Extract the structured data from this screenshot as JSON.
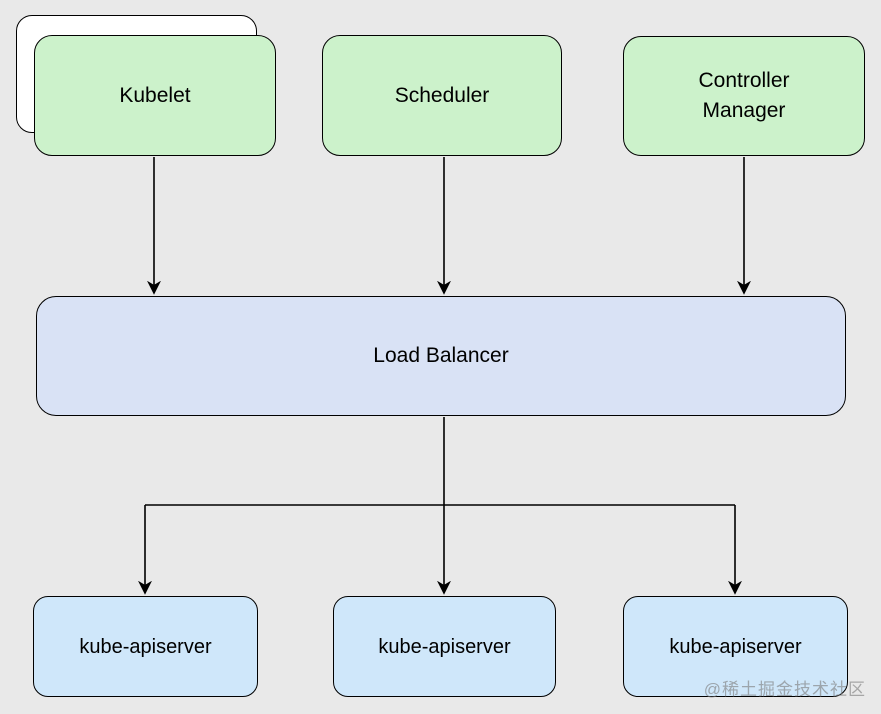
{
  "nodes": {
    "kubelet": {
      "label": "Kubelet",
      "fill": "#ccf2cb"
    },
    "scheduler": {
      "label": "Scheduler",
      "fill": "#ccf2cb"
    },
    "controller_manager": {
      "label": "Controller Manager",
      "fill": "#ccf2cb"
    },
    "load_balancer": {
      "label": "Load Balancer",
      "fill": "#d9e2f5"
    },
    "apiservers": [
      {
        "label": "kube-apiserver",
        "fill": "#cfe7fa"
      },
      {
        "label": "kube-apiserver",
        "fill": "#cfe7fa"
      },
      {
        "label": "kube-apiserver",
        "fill": "#cfe7fa"
      }
    ]
  },
  "edges": [
    {
      "from": "Kubelet",
      "to": "Load Balancer"
    },
    {
      "from": "Scheduler",
      "to": "Load Balancer"
    },
    {
      "from": "Controller Manager",
      "to": "Load Balancer"
    },
    {
      "from": "Load Balancer",
      "to": "kube-apiserver 1"
    },
    {
      "from": "Load Balancer",
      "to": "kube-apiserver 2"
    },
    {
      "from": "Load Balancer",
      "to": "kube-apiserver 3"
    }
  ],
  "watermark": {
    "text": "@稀土掘金技术社区",
    "color": "#7d7d7d"
  },
  "colors": {
    "background": "#e9e9e9",
    "border": "#000000",
    "green_node": "#ccf2cb",
    "load_balancer_node": "#d9e2f5",
    "apiserver_node": "#cfe7fa"
  }
}
